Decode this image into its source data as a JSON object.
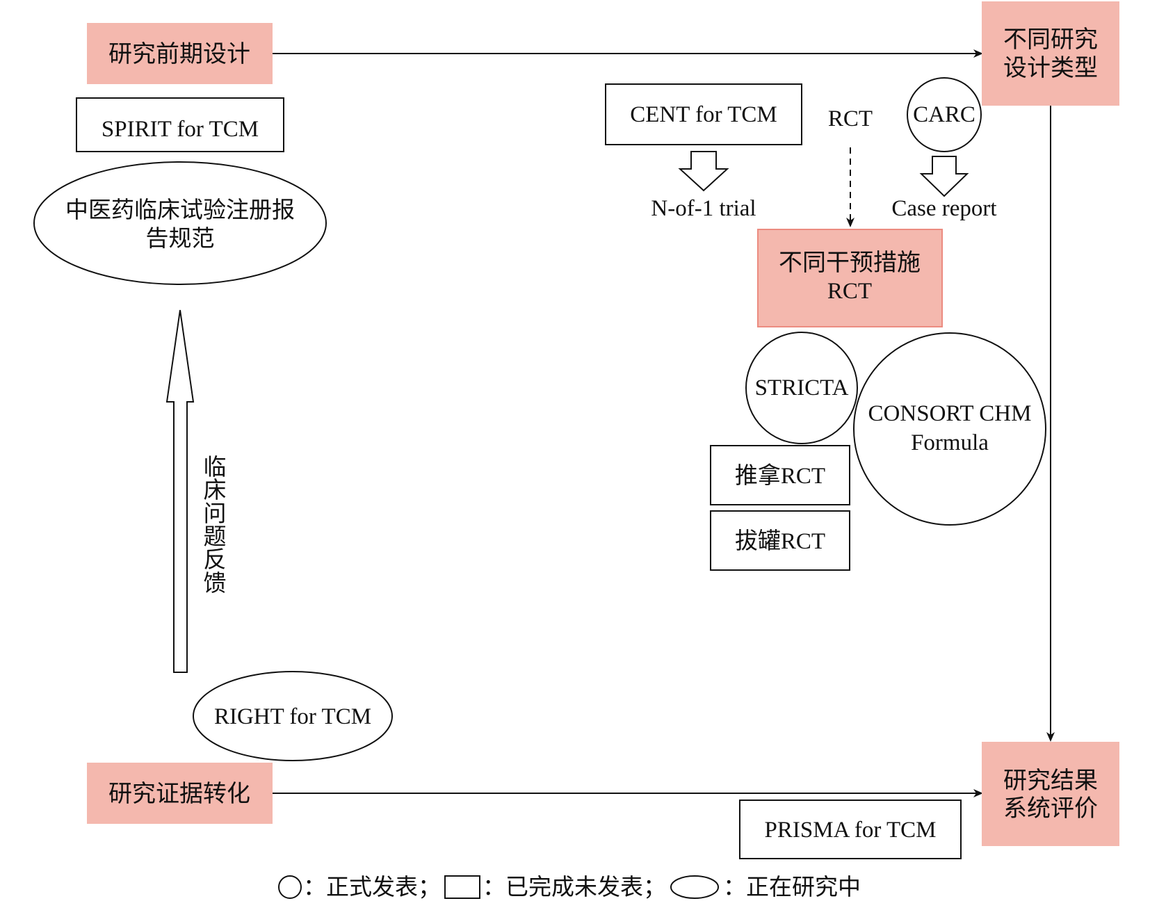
{
  "stages": {
    "design": "研究前期设计",
    "types": [
      "不同研究",
      "设计类型"
    ],
    "evaluation": [
      "研究结果",
      "系统评价"
    ],
    "translation": "研究证据转化"
  },
  "nodes": {
    "spirit": "SPIRIT for TCM",
    "registration": [
      "中医药临床试验注册报",
      "告规范"
    ],
    "cent": "CENT for TCM",
    "n_of_1": "N-of-1 trial",
    "rct": "RCT",
    "carc": "CARC",
    "case_report": "Case report",
    "diff_intervention": [
      "不同干预措施",
      "RCT"
    ],
    "stricta": "STRICTA",
    "consort_chm": [
      "CONSORT CHM",
      "Formula"
    ],
    "tuina": "推拿RCT",
    "cupping": "拔罐RCT",
    "right": "RIGHT for TCM",
    "prisma": "PRISMA for TCM",
    "feedback": [
      "临",
      "床",
      "问",
      "题",
      "反",
      "馈"
    ]
  },
  "legend": {
    "circle_label": "：正式发表；",
    "rect_label": "：已完成未发表；",
    "ellipse_label": "：正在研究中"
  },
  "colors": {
    "stage_fill": "#f4b8ae",
    "ink": "#111111"
  }
}
